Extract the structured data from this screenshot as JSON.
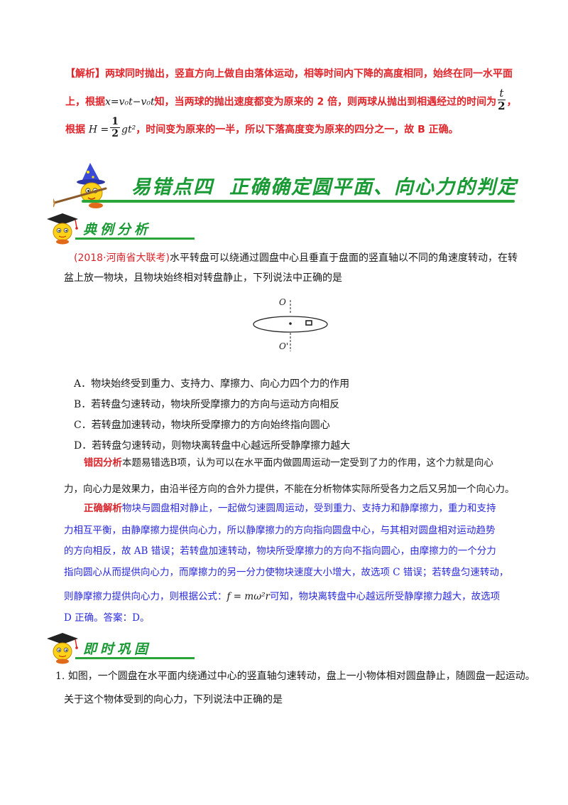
{
  "analysis_block": {
    "line1": "【解析】两球同时抛出，竖直方向上做自由落体运动，相等时间内下降的高度相同，始终在同一水平面",
    "line2_a": "上，根据",
    "line2_formula": "x=v₀t−v₀t",
    "line2_b": "知，当两球的抛出速度都变为原来的 2 倍，则两球从抛出到相遇经过的时间为",
    "line2_frac_num": "t",
    "line2_frac_den": "2",
    "line2_end": "，",
    "line3_a": "根据",
    "line3_formula_lhs": "H =",
    "line3_frac_num": "1",
    "line3_frac_den": "2",
    "line3_formula_rhs": "gt²",
    "line3_b": "，时间变为原来的一半，所以下落高度变为原来的四分之一，故 B 正确。"
  },
  "banner": {
    "part1": "易错点四",
    "part2": "正确确定圆平面、向心力的判定"
  },
  "section1": {
    "title": "典例分析"
  },
  "question": {
    "source": "(2018·河南省大联考)",
    "line1": "水平转盘可以绕通过圆盘中心且垂直于盘面的竖直轴以不同的角速度转动，在转",
    "line2": "盆上放一物块，且物块始终相对转盘静止，下列说法中正确的是",
    "figure_label_top": "O",
    "figure_label_bottom": "O'",
    "options": [
      "A．物块始终受到重力、支持力、摩擦力、向心力四个力的作用",
      "B．若转盘匀速转动，物块所受摩擦力的方向与运动方向相反",
      "C．若转盘加速转动，物块所受摩擦力的方向始终指向圆心",
      "D．若转盘匀速转动，则物块离转盘中心越远所受静摩擦力越大"
    ]
  },
  "error_analysis": {
    "tag": "错因分析",
    "line1": "本题易错选B项，认为可以在水平面内做圆周运动一定受到了力的作用，这个力就是向心",
    "line2": "力，向心力是效果力，由沿半径方向的合外力提供，不能在分析物体实际所受各力之后又另加一个向心力。"
  },
  "correct_analysis": {
    "tag": "正确解析",
    "line1": "物块与圆盘相对静止，一起做匀速圆周运动，受到重力、支持力和静摩擦力，重力和支持",
    "line2": "力相互平衡，由静摩擦力提供向心力，所以静摩擦力的方向指向圆盘中心，与其相对圆盘相对运动趋势",
    "line3": "的方向相反，故 AB 错误；若转盘加速转动，物块所受摩擦力的方向不指向圆心，由摩擦力的一个分力",
    "line4": "指向圆心从而提供向心力，而摩擦力的另一分力使物块速度大小增大，故选项 C 错误；若转盘匀速转动，",
    "line5_a": "则静摩擦力提供向心力，则根据公式：",
    "line5_formula": "f = mω²r",
    "line5_b": "可知，物块离转盘中心越远所受静摩擦力越大，故选项",
    "line6": "D 正确。答案：D。"
  },
  "section2": {
    "title": "即时巩固"
  },
  "practice": {
    "line1": "1. 如图，一个圆盘在水平面内绕通过中心的竖直轴匀速转动，盘上一小物体相对圆盘静止，随圆盘一起运动。",
    "line2": "关于这个物体受到的向心力，下列说法中正确的是"
  },
  "colors": {
    "red": "#e0252b",
    "green": "#1a9a34",
    "blue": "#2a2ad9",
    "text": "#1a1a1a"
  },
  "icons": [
    "wizard-mascot-icon",
    "scholar-mascot-icon"
  ]
}
